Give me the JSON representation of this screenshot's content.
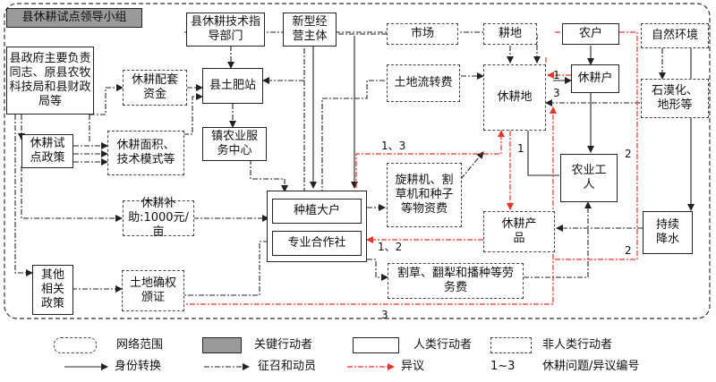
{
  "nodes": {
    "leading_group": "县休耕试点领导小组",
    "county_officials": "县政府主要负责同志、原县农牧科技局和县财政局等",
    "tech_dept": "县休耕技术指导部门",
    "new_entity": "新型经营主体",
    "market": "市场",
    "farmland": "耕地",
    "farmer": "农户",
    "nature_env": "自然环境",
    "support_fund": "休耕配套资金",
    "fertilizer_station": "县土肥站",
    "land_transfer_fee": "土地流转费",
    "fallow_land": "休耕地",
    "fallow_household": "休耕户",
    "desertification": "石漠化、地形等",
    "pilot_policy": "休耕试点政策",
    "area_mode": "休耕面积、技术模式等",
    "town_center": "镇农业服务中心",
    "farm_worker": "农业工人",
    "machinery_fee": "旋耕机、割草机和种子等物资费",
    "subsidy": "休耕补助:1000元/亩",
    "big_grower": "种植大户",
    "cooperative": "专业合作社",
    "fallow_product": "休耕产品",
    "sustain_decrease": "持续降水",
    "other_policy": "其他相关政策",
    "land_cert": "土地确权颁证",
    "labor_fee": "割草、翻犁和播种等劳务费"
  },
  "numbers": {
    "n1_farmer": "1",
    "n3_household": "3",
    "n13_center": "1、3",
    "n1_mid": "1",
    "n2_household": "2",
    "n12_coop": "1、2",
    "n2_product": "2",
    "n3_bottom": "3"
  },
  "legend": {
    "network": "网络范围",
    "key_actor": "关键行动者",
    "human_actor": "人类行动者",
    "nonhuman_actor": "非人类行动者",
    "identity": "身份转换",
    "enroll": "征召和动员",
    "dissent": "异议",
    "issue_num_label": "1~3",
    "issue_num": "休耕问题/异议编号"
  },
  "colors": {
    "dissent": "#e8352b",
    "key_fill": "#9a9a9a",
    "line": "#222222"
  }
}
